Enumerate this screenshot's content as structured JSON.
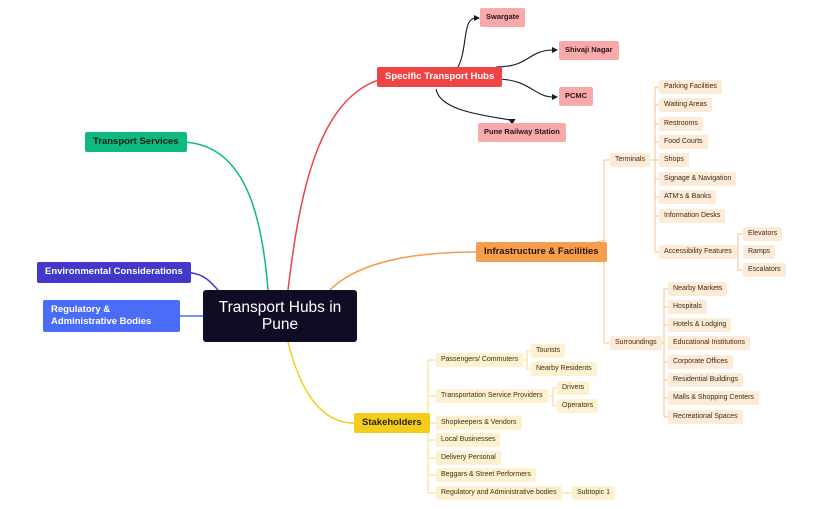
{
  "central": {
    "title": "Transport Hubs in Pune"
  },
  "colors": {
    "central_bg": "#0f0c24",
    "specific_hubs": "#ef4444",
    "infrastructure": "#f59e4f",
    "stakeholders": "#f2cd1b",
    "transport_services": "#10b981",
    "environmental": "#4338ca",
    "regulatory": "#4a6cf7",
    "hub_child": "#f8a9a9",
    "infra_child": "#fdebd7",
    "stake_child": "#fdf1cf"
  },
  "left_branches": {
    "transport_services": "Transport Services",
    "environmental": "Environmental Considerations",
    "regulatory": "Regulatory & Administrative Bodies"
  },
  "specific_hubs": {
    "label": "Specific Transport Hubs",
    "children": [
      "Swargate",
      "Shivaji Nagar",
      "PCMC",
      "Pune Railway Station"
    ]
  },
  "infrastructure": {
    "label": "Infrastructure & Facilities",
    "terminals": {
      "label": "Terminals",
      "children": [
        "Parking Facilities",
        "Waiting Areas",
        "Restrooms",
        "Food Courts",
        "Shops",
        "Signage & Navigation",
        "ATM's & Banks",
        "Information Desks"
      ],
      "accessibility": {
        "label": "Accessibility Features",
        "children": [
          "Elevators",
          "Ramps",
          "Escalators"
        ]
      }
    },
    "surroundings": {
      "label": "Surroundings",
      "children": [
        "Nearby Markets",
        "Hospitals",
        "Hotels & Lodging",
        "Educational Institutions",
        "Corporate Offices",
        "Residential Buildings",
        "Malls & Shopping Centers",
        "Recreational Spaces"
      ]
    }
  },
  "stakeholders": {
    "label": "Stakeholders",
    "passengers": {
      "label": "Passengers/ Commuters",
      "children": [
        "Tourists",
        "Nearby Residents"
      ]
    },
    "providers": {
      "label": "Transportation Service Providers",
      "children": [
        "Drivers",
        "Operators"
      ]
    },
    "others": [
      "Shopkeepers & Vendors",
      "Local Businesses",
      "Delivery Personal",
      "Beggars & Street Performers"
    ],
    "regulatory": {
      "label": "Regulatory and Administrative bodies",
      "children": [
        "Subtopic 1"
      ]
    }
  }
}
